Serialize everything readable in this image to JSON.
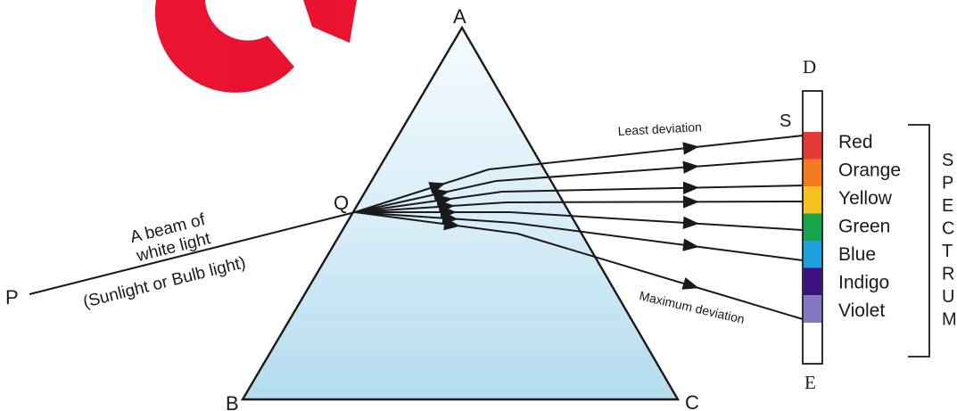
{
  "vertices": {
    "a": "A",
    "b": "B",
    "c": "C",
    "p": "P",
    "q": "Q"
  },
  "screen": {
    "top": "D",
    "bottom": "E",
    "s": "S"
  },
  "beam": {
    "line1": "A beam of",
    "line2": "white light",
    "source": "(Sunlight or Bulb light)"
  },
  "deviation": {
    "least": "Least deviation",
    "maximum": "Maximum deviation"
  },
  "colors": [
    {
      "name": "Red",
      "hex": "#e53935"
    },
    {
      "name": "Orange",
      "hex": "#f47b20"
    },
    {
      "name": "Yellow",
      "hex": "#f7c21e"
    },
    {
      "name": "Green",
      "hex": "#17a44b"
    },
    {
      "name": "Blue",
      "hex": "#1e9fe0"
    },
    {
      "name": "Indigo",
      "hex": "#3b1180"
    },
    {
      "name": "Violet",
      "hex": "#8676bf"
    }
  ],
  "spectrum_letters": [
    "S",
    "P",
    "E",
    "C",
    "T",
    "R",
    "U",
    "M"
  ],
  "watermark_color": "#e8001f"
}
